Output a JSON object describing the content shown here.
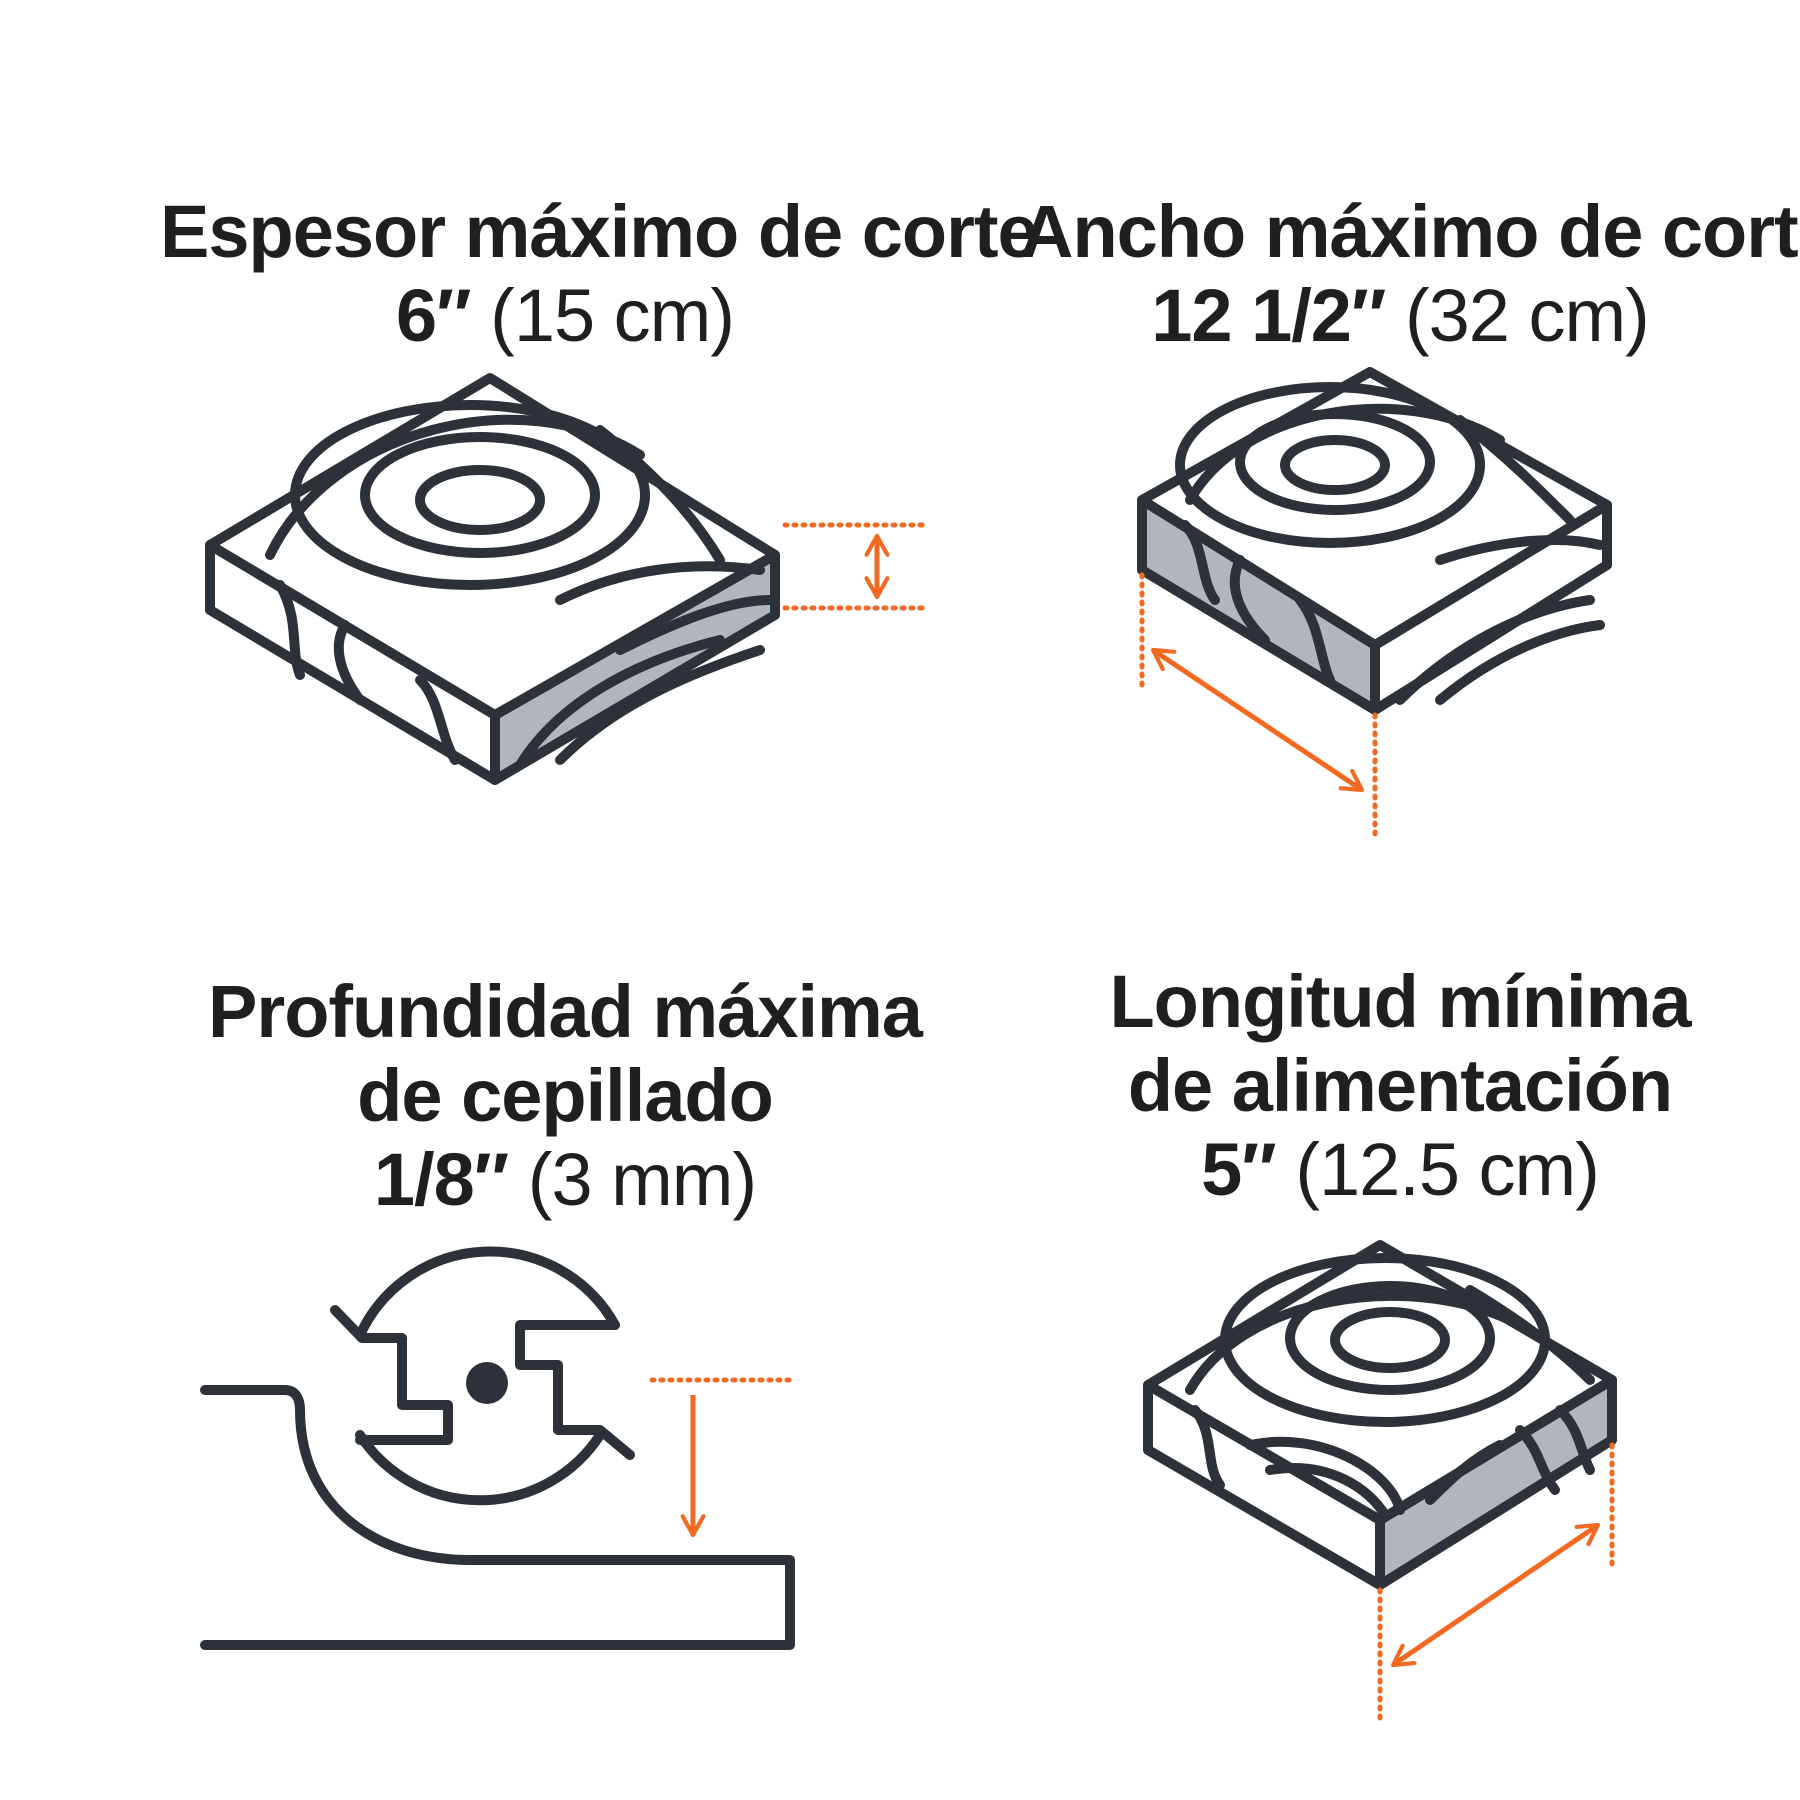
{
  "colors": {
    "line": "#2d3238",
    "accent": "#f26a21",
    "wood_side": "#b3b6b9",
    "background": "#ffffff"
  },
  "specs": [
    {
      "label_lines": [
        "Espesor máximo de corte"
      ],
      "value_imperial": "6″",
      "value_metric": "(15 cm)",
      "icon": "board-thickness-icon"
    },
    {
      "label_lines": [
        "Ancho máximo de corte"
      ],
      "value_imperial": "12 1/2″",
      "value_metric": "(32 cm)",
      "icon": "board-width-icon"
    },
    {
      "label_lines": [
        "Profundidad máxima",
        "de cepillado"
      ],
      "value_imperial": "1/8″",
      "value_metric": "(3 mm)",
      "icon": "planer-cutter-head-icon"
    },
    {
      "label_lines": [
        "Longitud mínima",
        "de alimentación"
      ],
      "value_imperial": "5″",
      "value_metric": "(12.5 cm)",
      "icon": "board-length-icon"
    }
  ]
}
